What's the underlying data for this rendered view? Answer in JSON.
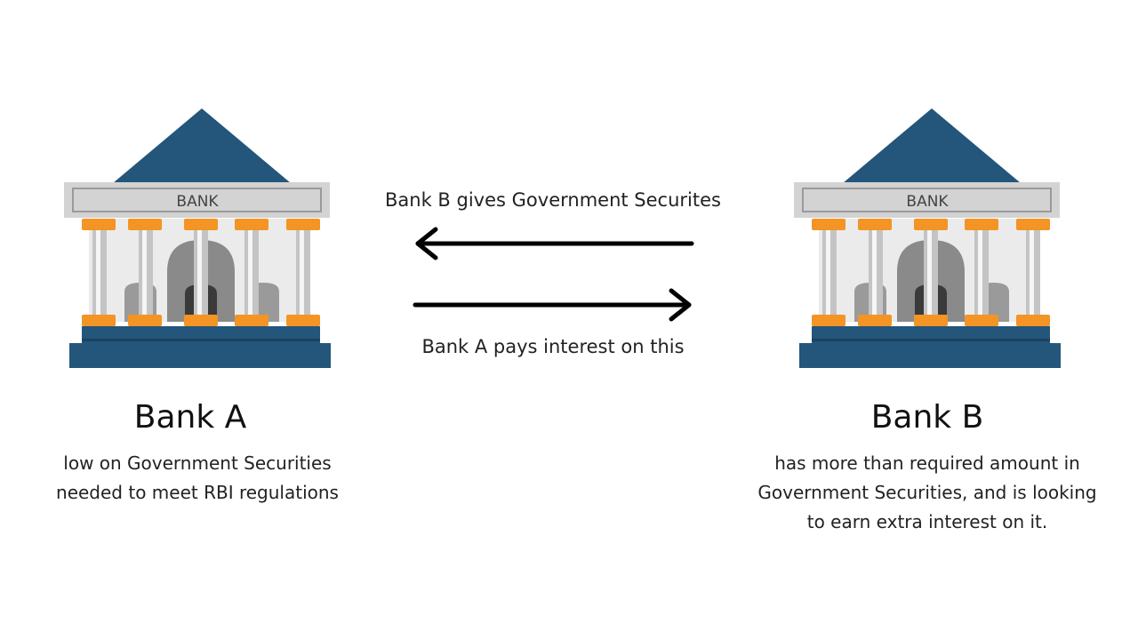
{
  "bank_a": {
    "sign": "BANK",
    "name": "Bank A",
    "description_lines": [
      "low on Government Securities",
      "needed to meet RBI regulations"
    ]
  },
  "bank_b": {
    "sign": "BANK",
    "name": "Bank B",
    "description_lines": [
      "has more than required amount in",
      "Government Securities, and is looking",
      "to earn extra interest on it."
    ]
  },
  "flows": {
    "securities_label": "Bank B gives Government Securites",
    "interest_label": "Bank A pays interest on this"
  },
  "colors": {
    "roof": "#24557a",
    "base": "#24557a",
    "capital": "#f39425",
    "frieze": "#d3d3d3",
    "wall": "#ebebeb",
    "arrow": "#000000"
  }
}
